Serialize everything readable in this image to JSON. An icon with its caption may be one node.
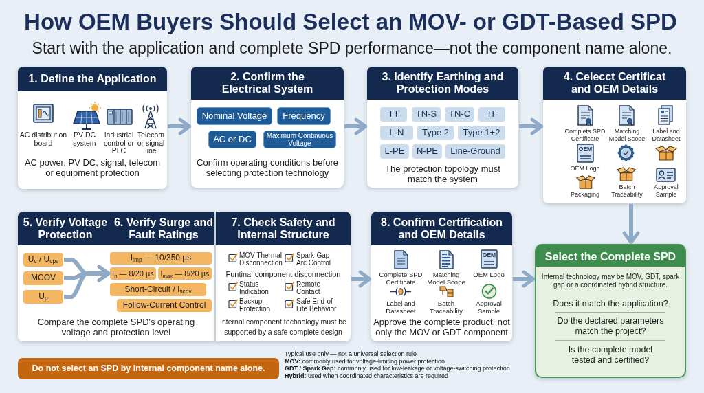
{
  "diagram": {
    "title": "How OEM Buyers Should Select an MOV- or GDT-Based SPD",
    "nodes": [
      {
        "text": [
          "1. Define the Application",
          "AC power, PV DC, signal, telecom or equipment protection"
        ]
      },
      {
        "text": [
          "2. Confirm the Electrical System",
          "Confirm operating conditions before selecting protection technology"
        ]
      },
      {
        "text": [
          "Nominal Voltage"
        ],
        "in": 1
      },
      {
        "text": [
          "Frequency"
        ],
        "in": 1
      },
      {
        "text": [
          "AC or DC"
        ],
        "in": 1
      },
      {
        "text": [
          "Maximum Continuous Voltage"
        ],
        "in": 1
      },
      {
        "text": [
          "3. Identify Earthing and Protection Modes",
          "The protection topology must match the system"
        ]
      },
      {
        "text": [
          "TT"
        ],
        "in": 6
      },
      {
        "text": [
          "TN-S"
        ],
        "in": 6
      },
      {
        "text": [
          "TN-C"
        ],
        "in": 6
      },
      {
        "text": [
          "IT"
        ],
        "in": 6
      },
      {
        "text": [
          "L-N"
        ],
        "in": 6
      },
      {
        "text": [
          "Type 2"
        ],
        "in": 6
      },
      {
        "text": [
          "Type 1+2"
        ],
        "in": 6
      },
      {
        "text": [
          "L-PE"
        ],
        "in": 6
      },
      {
        "text": [
          "N-PE"
        ],
        "in": 6
      },
      {
        "text": [
          "Line-Ground"
        ],
        "in": 6
      },
      {
        "text": [
          "4. Celecct Certificat and OEM Details"
        ]
      },
      {
        "text": [
          "5. Verify Voltage Protection",
          "6. Verify Surge and Fault Ratings",
          "Compare the complete SPD's operating voltage and protection level"
        ]
      },
      {
        "text": [
          "U$_{c}$ / U$_{cpv}$"
        ],
        "in": 18
      },
      {
        "text": [
          "MCOV"
        ],
        "in": 18
      },
      {
        "text": [
          "U$_{p}$"
        ],
        "in": 18
      },
      {
        "text": [
          "I$_{imp}$ — 10/350 µs"
        ],
        "in": 18
      },
      {
        "text": [
          "I$_{n}$ — 8/20 µs"
        ],
        "in": 18
      },
      {
        "text": [
          "I$_{max}$ — 8/20 µs"
        ],
        "in": 18
      },
      {
        "text": [
          "Short-Circuit / I$_{scpv}$"
        ],
        "in": 18
      },
      {
        "text": [
          "Follow-Current Control"
        ],
        "in": 18
      },
      {
        "text": [
          "7. Check Safety and Internal Structure",
          "Funtinal component disconnection",
          "Internal component technology must be supported by a safe complete design"
        ]
      },
      {
        "text": [
          "8. Confirm Certification and OEM Details",
          "Approve the complete product, not only the MOV or GDT component"
        ]
      },
      {
        "text": [
          "Select the Complete SPD",
          "Internal technology may be MOV, GDT, spark gap or a coordinated hybrid structure.",
          "Does it match the application?",
          "Do the declared parameters match the project?",
          "Is the complete model tested and certified?"
        ]
      },
      {
        "text": [
          "Do not select an SPD by internal component name alone."
        ]
      }
    ],
    "edges": [
      {
        "from": 0,
        "to": 1,
        "arrow": "to"
      },
      {
        "from": 1,
        "to": 6,
        "arrow": "to"
      },
      {
        "from": 6,
        "to": 17,
        "arrow": "to"
      },
      {
        "from": 17,
        "to": 29,
        "arrow": "to"
      },
      {
        "from": 19,
        "to": 23,
        "arrow": "to"
      },
      {
        "from": 20,
        "to": 23,
        "arrow": "to"
      },
      {
        "from": 21,
        "to": 23,
        "arrow": "to"
      },
      {
        "from": 27,
        "to": 28,
        "arrow": "to"
      },
      {
        "from": 28,
        "to": 29,
        "arrow": "to"
      }
    ],
    "labels": [
      "Start with the application and complete SPD performance—not the component name alone.",
      "AC distribution board",
      "PV DC system",
      "Industrial control or PLC",
      "Telecom or signal line",
      "Complets SPD Certificate",
      "Matching Model Scope",
      "Label and Datasheet",
      "OEM",
      "OEM Logo",
      "Packaging",
      "Batch Traceability",
      "Approval Sample",
      "MOV Thermal Disconnection",
      "Spark-Gap Arc Control",
      "Status Indication",
      "Remote Contact",
      "Backup Protection",
      "Safe End-of-Life Behavior",
      "Complete SPD Certificate",
      "Matching Model Scope",
      "OEM",
      "OEM Logo",
      "Label and Datasheet",
      "Batch Traceability",
      "Approval Sample",
      "Typical use only — not a universal selection rule",
      "**MOV:** commonly used for voltage-limiting power protection",
      "**GDT / Spark Gap:** commonly used for low-leakage or voltage-switching protection",
      "**Hybrid:** used when coordinated characteristics are required"
    ]
  }
}
